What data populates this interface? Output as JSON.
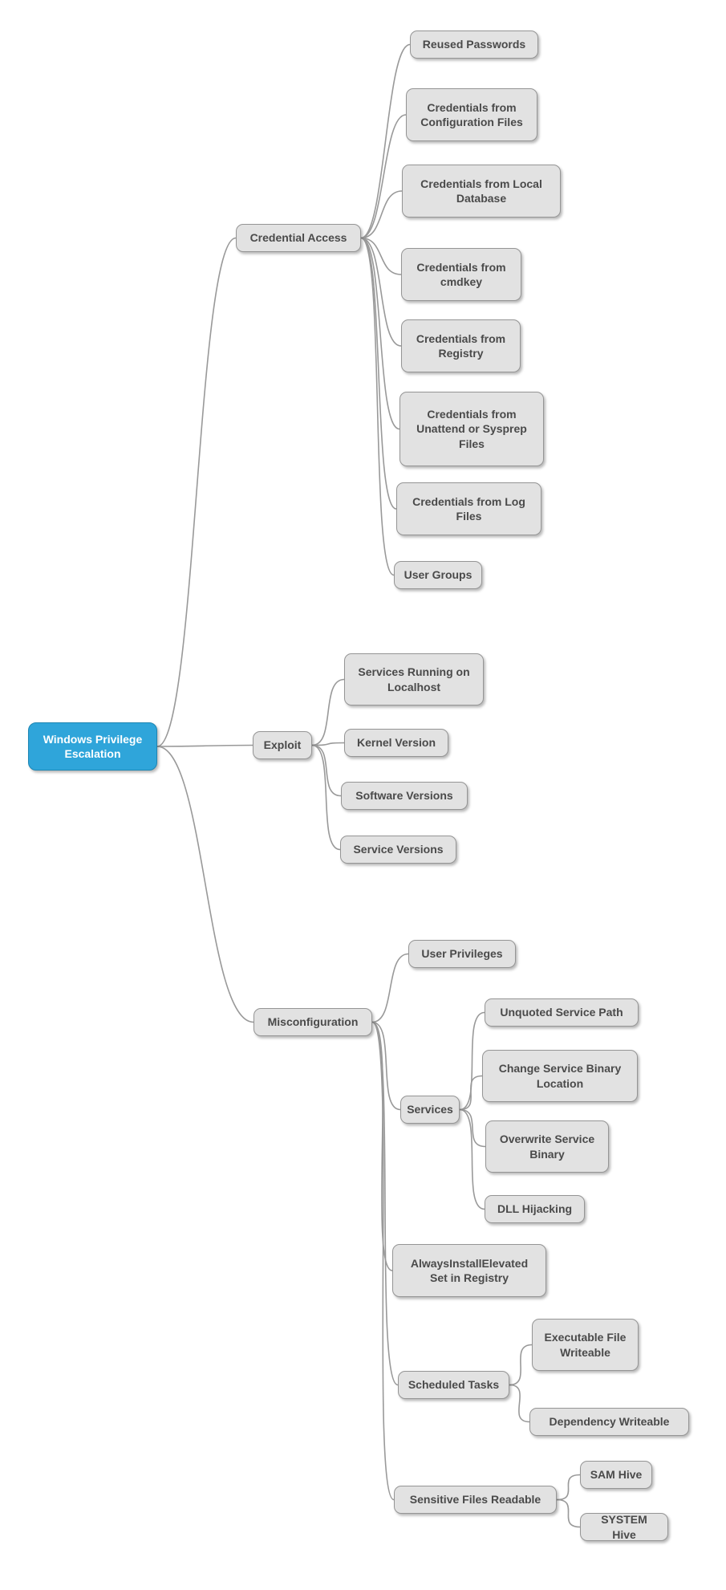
{
  "title": "Windows Privilege Escalation",
  "colors": {
    "background": "#ffffff",
    "connector": "#999999",
    "node_fill": "#e2e2e2",
    "node_border": "#959595",
    "node_text": "#4a4a4a",
    "root_fill": "#2fa5da",
    "root_border": "#1d86b3",
    "root_text": "#ffffff"
  },
  "mindmap": {
    "root": {
      "label": "Windows Privilege Escalation"
    },
    "branches": [
      {
        "label": "Credential Access",
        "children": [
          {
            "label": "Reused Passwords"
          },
          {
            "label": "Credentials from Configuration Files"
          },
          {
            "label": "Credentials from Local Database"
          },
          {
            "label": "Credentials from cmdkey"
          },
          {
            "label": "Credentials from Registry"
          },
          {
            "label": "Credentials from Unattend or Sysprep Files"
          },
          {
            "label": "Credentials from Log Files"
          },
          {
            "label": "User Groups"
          }
        ]
      },
      {
        "label": "Exploit",
        "children": [
          {
            "label": "Services Running on Localhost"
          },
          {
            "label": "Kernel Version"
          },
          {
            "label": "Software Versions"
          },
          {
            "label": "Service Versions"
          }
        ]
      },
      {
        "label": "Misconfiguration",
        "children": [
          {
            "label": "User Privileges"
          },
          {
            "label": "Services",
            "children": [
              {
                "label": "Unquoted Service Path"
              },
              {
                "label": "Change Service Binary Location"
              },
              {
                "label": "Overwrite Service Binary"
              },
              {
                "label": "DLL Hijacking"
              }
            ]
          },
          {
            "label": "AlwaysInstallElevated Set in Registry"
          },
          {
            "label": "Scheduled Tasks",
            "children": [
              {
                "label": "Executable File Writeable"
              },
              {
                "label": "Dependency Writeable"
              }
            ]
          },
          {
            "label": "Sensitive Files Readable",
            "children": [
              {
                "label": "SAM Hive"
              },
              {
                "label": "SYSTEM Hive"
              }
            ]
          }
        ]
      }
    ]
  }
}
